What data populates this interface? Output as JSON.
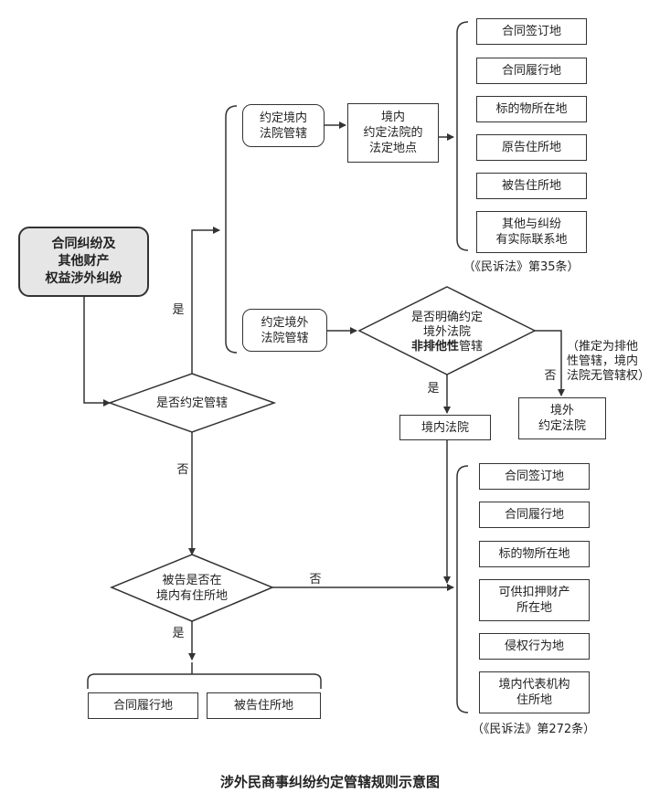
{
  "title": "涉外民商事纠纷约定管辖规则示意图",
  "start": "合同纠纷及\n其他财产\n权益涉外纠纷",
  "decision_agreed": "是否约定管辖",
  "decision_exclusive": {
    "line1": "是否明确约定",
    "line2": "境外法院",
    "line3_bold": "非排他性",
    "line3_rest": "管辖"
  },
  "decision_domicile": "被告是否在\n境内有住所地",
  "domestic_agreed": "约定境内\n法院管辖",
  "domestic_statutory": "境内\n约定法院的\n法定地点",
  "foreign_agreed": "约定境外\n法院管辖",
  "domestic_court": "境内法院",
  "foreign_court": "境外\n约定法院",
  "presume_note": "（推定为排他\n性管辖，境内\n法院无管辖权）",
  "list_35": [
    "合同签订地",
    "合同履行地",
    "标的物所在地",
    "原告住所地",
    "被告住所地",
    "其他与纠纷\n有实际联系地"
  ],
  "citation_35": "（《民诉法》第35条）",
  "list_272": [
    "合同签订地",
    "合同履行地",
    "标的物所在地",
    "可供扣押财产\n所在地",
    "侵权行为地",
    "境内代表机构\n住所地"
  ],
  "citation_272": "（《民诉法》第272条）",
  "bottom_list": [
    "合同履行地",
    "被告住所地"
  ],
  "labels": {
    "yes": "是",
    "no": "否"
  }
}
